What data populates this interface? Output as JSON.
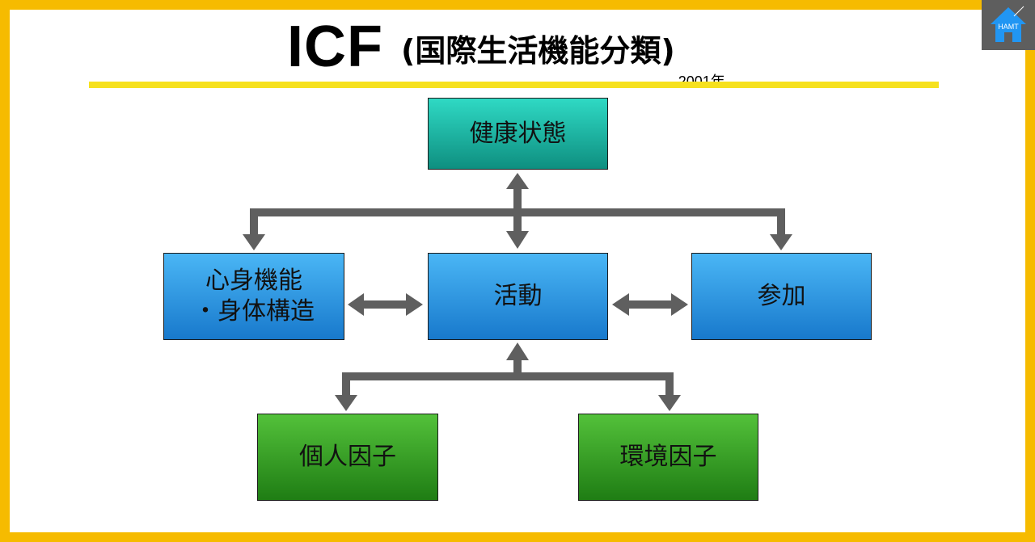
{
  "header": {
    "title": "ICF",
    "subtitle": "(国際生活機能分類)",
    "year": "2001年"
  },
  "badge": {
    "label": "HAMT",
    "icon": "home-icon",
    "color": "#2196f3"
  },
  "colors": {
    "frame": "#f6bb00",
    "underline": "#f6e11e",
    "arrow": "#5f5f5f",
    "teal": "#19b3a2",
    "blue": "#2d97e0",
    "green": "#36a024"
  },
  "nodes": {
    "health": "健康状態",
    "body_functions_line1": "心身機能",
    "body_functions_line2": "・身体構造",
    "activity": "活動",
    "participation": "参加",
    "personal_factors": "個人因子",
    "environmental_factors": "環境因子"
  }
}
